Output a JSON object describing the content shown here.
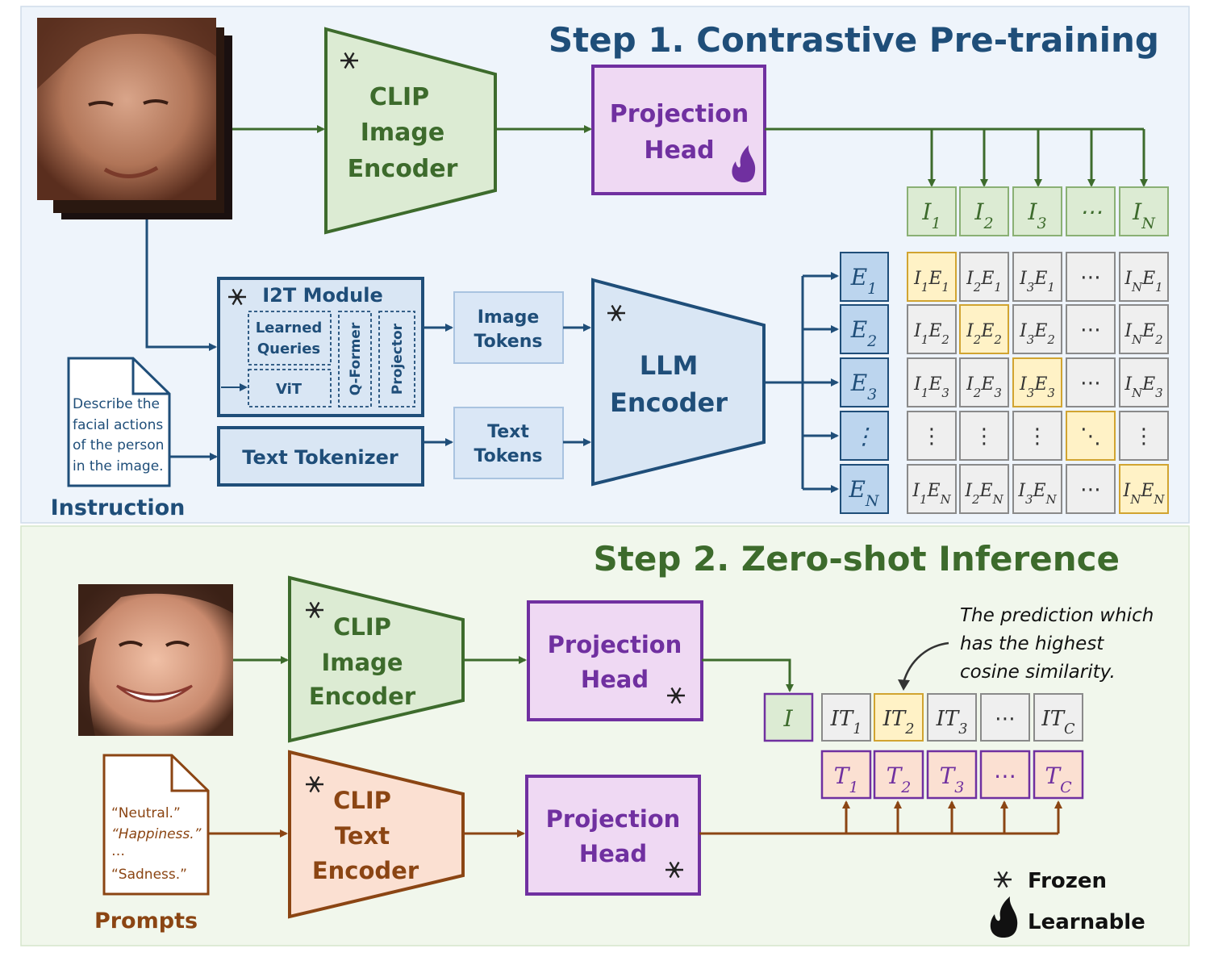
{
  "colors": {
    "step1_bg": "#eef4fb",
    "step2_bg": "#f1f7ec",
    "blue_dark": "#1f4e79",
    "green_dark": "#3d6b2c",
    "purple": "#7030a0",
    "brown": "#8b4513",
    "orange_fill": "#fbe0d2",
    "green_fill": "#dcebd3",
    "purple_fill": "#efd9f3",
    "blue_fill": "#d9e6f4",
    "yellow_fill": "#fff2c6",
    "grey_fill": "#efefef"
  },
  "step1": {
    "title": "Step 1. Contrastive Pre-training",
    "clip_image_encoder": [
      "CLIP",
      "Image",
      "Encoder"
    ],
    "projection_head": [
      "Projection",
      "Head"
    ],
    "i2t_module": "I2T Module",
    "learned_queries": [
      "Learned",
      "Queries"
    ],
    "vit": "ViT",
    "qformer": "Q-Former",
    "projector": "Projector",
    "image_tokens": [
      "Image",
      "Tokens"
    ],
    "text_tokens": [
      "Text",
      "Tokens"
    ],
    "text_tokenizer": "Text Tokenizer",
    "llm_encoder": [
      "LLM",
      "Encoder"
    ],
    "instruction_text": [
      "Describe the",
      "facial actions",
      "of the person",
      "in the image."
    ],
    "instruction_label": "Instruction",
    "image_embeddings": [
      "I1",
      "I2",
      "I3",
      "⋯",
      "IN"
    ],
    "text_embeddings": [
      "E1",
      "E2",
      "E3",
      "⋮",
      "EN"
    ],
    "matrix": [
      [
        "I1E1",
        "I2E1",
        "I3E1",
        "⋯",
        "INE1"
      ],
      [
        "I1E2",
        "I2E2",
        "I3E2",
        "⋯",
        "INE2"
      ],
      [
        "I1E3",
        "I2E3",
        "I3E3",
        "⋯",
        "INE3"
      ],
      [
        "⋮",
        "⋮",
        "⋮",
        "⋱",
        "⋮"
      ],
      [
        "I1EN",
        "I2EN",
        "I3EN",
        "⋯",
        "INEN"
      ]
    ]
  },
  "step2": {
    "title": "Step 2. Zero-shot Inference",
    "clip_image_encoder": [
      "CLIP",
      "Image",
      "Encoder"
    ],
    "clip_text_encoder": [
      "CLIP",
      "Text",
      "Encoder"
    ],
    "projection_head": [
      "Projection",
      "Head"
    ],
    "prompts_text": [
      "“Neutral.”",
      "“Happiness.”",
      "…",
      "“Sadness.”"
    ],
    "prompts_label": "Prompts",
    "image_embedding": "I",
    "scores": [
      "IT1",
      "IT2",
      "IT3",
      "⋯",
      "ITC"
    ],
    "text_embeddings": [
      "T1",
      "T2",
      "T3",
      "⋯",
      "TC"
    ],
    "annotation": [
      "The prediction which",
      "has the highest",
      "cosine similarity."
    ]
  },
  "legend": {
    "frozen": "Frozen",
    "learnable": "Learnable"
  }
}
